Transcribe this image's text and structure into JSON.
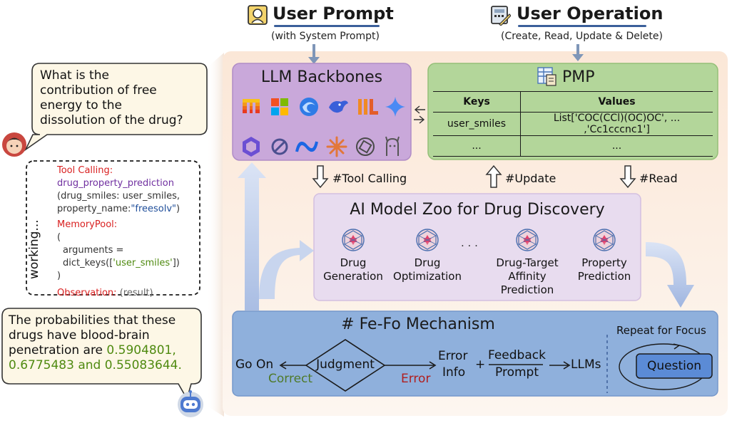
{
  "header": {
    "user_prompt_title": "User Prompt",
    "user_prompt_sub": "(with System Prompt)",
    "user_op_title": "User Operation",
    "user_op_sub": "(Create, Read, Update & Delete)"
  },
  "llm": {
    "title": "LLM Backbones",
    "icons_row1": [
      "mistral-icon",
      "microsoft-icon",
      "deepseek-icon",
      "whale-icon",
      "illuminate-icon",
      "gemini-icon"
    ],
    "icons_row2": [
      "zhipu-icon",
      "loop-icon",
      "meta-icon",
      "claude-icon",
      "openai-icon",
      "llama-icon"
    ]
  },
  "pmp": {
    "title": "PMP",
    "col_keys": "Keys",
    "col_values": "Values",
    "rows": [
      {
        "key": "user_smiles",
        "value": "List['COC(CCl)(OC)OC', ... ,'Cc1cccnc1']"
      },
      {
        "key": "...",
        "value": "..."
      }
    ]
  },
  "arrows": {
    "tool_calling": "#Tool Calling",
    "update": "#Update",
    "read": "#Read"
  },
  "zoo": {
    "title": "AI Model Zoo for Drug Discovery",
    "ellipsis": ". . .",
    "models": [
      {
        "label": "Drug Generation",
        "line1": "Drug",
        "line2": "Generation",
        "line3": ""
      },
      {
        "label": "Drug Optimization",
        "line1": "Drug",
        "line2": "Optimization",
        "line3": ""
      },
      {
        "label": "Drug-Target Affinity Prediction",
        "line1": "Drug-Target",
        "line2": "Affinity",
        "line3": "Prediction"
      },
      {
        "label": "Property Prediction",
        "line1": "Property",
        "line2": "Prediction",
        "line3": ""
      }
    ]
  },
  "fefo": {
    "title": "# Fe-Fo Mechanism",
    "go_on": "Go On",
    "correct": "Correct",
    "judgment": "Judgment",
    "error": "Error",
    "error_info_1": "Error",
    "error_info_2": "Info",
    "plus": "+",
    "feedback_1": "Feedback",
    "feedback_2": "Prompt",
    "llms": "LLMs",
    "repeat": "Repeat for Focus",
    "question": "Question"
  },
  "chat": {
    "question": "What is the contribution of free energy to the dissolution of the drug?",
    "question_lines": [
      "What is the",
      "contribution of free",
      "energy to the",
      "dissolution of the drug?"
    ],
    "working": "working...",
    "tool_calling_label": "Tool Calling:",
    "function_name": "drug_property_prediction",
    "args_line1": "(drug_smiles: user_smiles,",
    "args_line2_prefix": "property_name:",
    "args_line2_value": "\"freesolv\"",
    "args_line2_suffix": ")",
    "memory_label": "MemoryPool:",
    "mem_open": "(",
    "mem_line1": "arguments =",
    "mem_line2_prefix": "dict_keys([",
    "mem_line2_value": "'user_smiles'",
    "mem_line2_suffix": "])",
    "mem_close": ")",
    "observation_label": "Observation:",
    "observation_value": "(result)",
    "answer_line1": "The probabilities that these",
    "answer_line2": "drugs have blood-brain",
    "answer_line3_prefix": "penetration are",
    "answer_line3_value": "0.5904801,",
    "answer_line4_value": "0.6775483 and 0.55083644."
  },
  "colors": {
    "frame_bg": "#fbeee3",
    "llm_bg": "#c9a8da",
    "pmp_bg": "#b3d69a",
    "zoo_bg": "#e8dcef",
    "fefo_bg": "#8fb0dc",
    "arrow_blue": "#c8d5ee"
  }
}
